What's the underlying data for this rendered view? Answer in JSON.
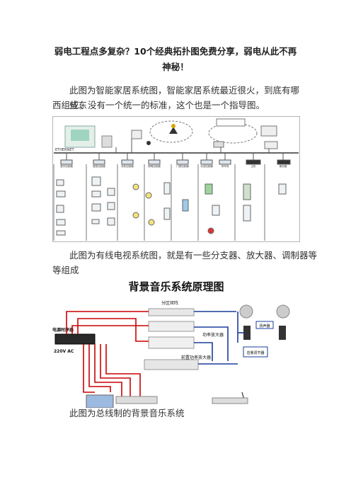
{
  "article": {
    "title_line1": "弱电工程点多复杂？10个经典拓扑图免费分享，弱电从此不再",
    "title_line2": "神秘！",
    "intro_line1": "此图为智能家居系统图，智能家居系统最近很火，到底有哪些东",
    "intro_line2": "西组成，没有一个统一的标准，这个也是一个指导图。",
    "caption2_line1": "此图为有线电视系统图，就是有一些分支器、放大器、调制器等",
    "caption2_line2": "等组成",
    "caption3": "此图为总线制的背景音乐系统"
  },
  "figure1": {
    "network_label": "ETHERNET",
    "sublabels": [
      "楼宇控制器",
      "楼层控制器",
      "安防控制器",
      "照明控制器",
      "门禁控制器",
      "对讲控制器",
      "停车场",
      "主机",
      "服务器"
    ]
  },
  "figure2": {
    "title": "背景音乐系统原理图",
    "sequencer": "电源时序器",
    "power_in": "220V AC",
    "zone_matrix": "分区矩阵",
    "power_amp": "功率放大器",
    "pre_amp": "前置功率放大器",
    "speaker": "扬声器",
    "volume_ctrl": "音量调节器"
  }
}
